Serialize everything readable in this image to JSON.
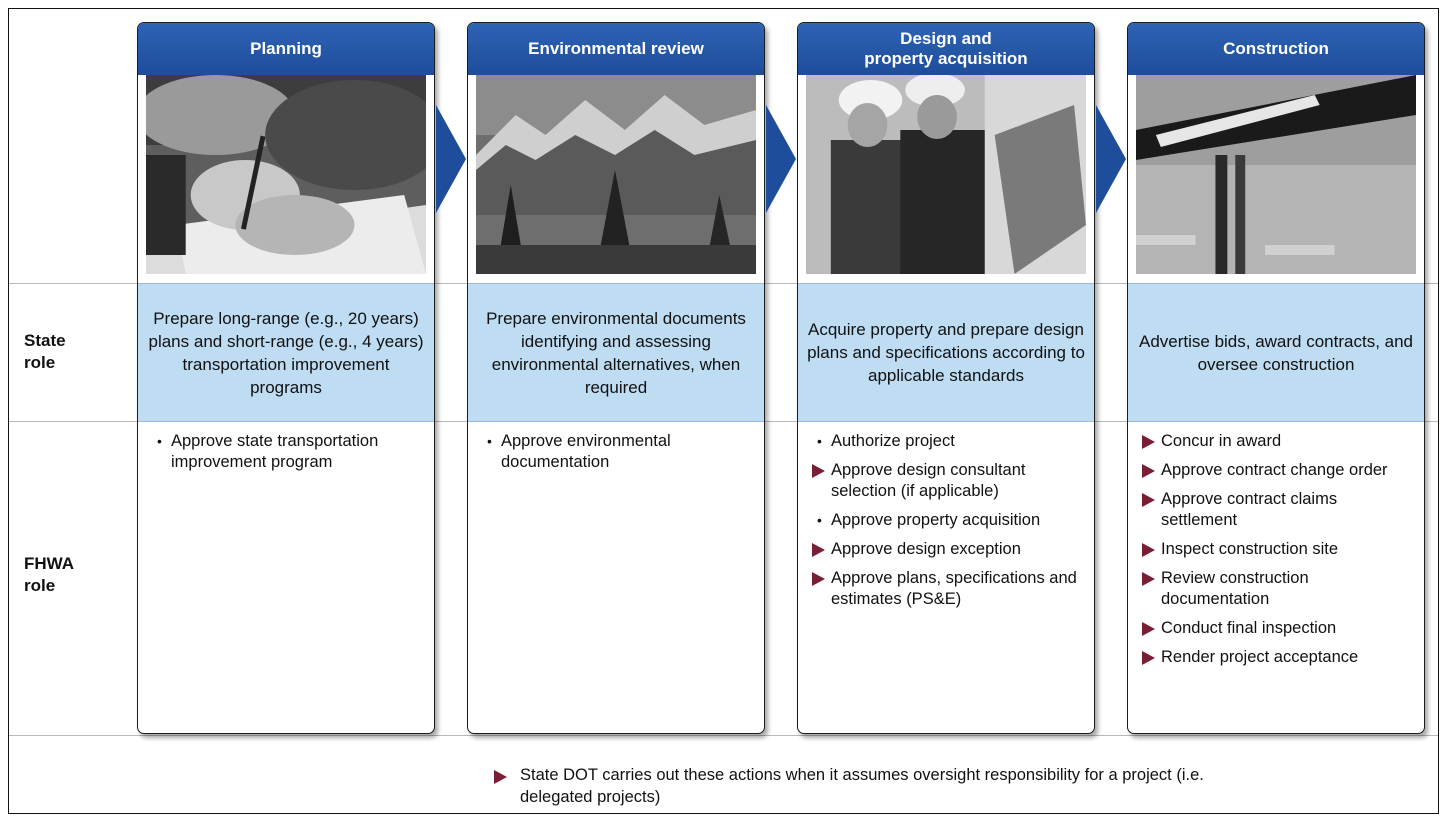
{
  "row_labels": {
    "state": [
      "State",
      "role"
    ],
    "fhwa": [
      "FHWA",
      "role"
    ]
  },
  "columns": [
    {
      "header": "Planning",
      "photo": "hand-writing-photo",
      "state_role": "Prepare long-range (e.g., 20 years) plans and short-range (e.g., 4 years) transportation improvement programs",
      "fhwa_role": [
        {
          "marker": "bullet",
          "text": "Approve state transportation improvement program"
        }
      ]
    },
    {
      "header": "Environmental review",
      "photo": "mountain-landscape-photo",
      "state_role": "Prepare environmental documents identifying and assessing environmental alternatives, when required",
      "fhwa_role": [
        {
          "marker": "bullet",
          "text": "Approve environmental documentation"
        }
      ]
    },
    {
      "header": "Design and\nproperty acquisition",
      "photo": "engineers-hardhats-photo",
      "state_role": "Acquire property and prepare design plans and specifications according to applicable standards",
      "fhwa_role": [
        {
          "marker": "bullet",
          "text": "Authorize project"
        },
        {
          "marker": "triangle",
          "text": "Approve design consultant selection (if applicable)"
        },
        {
          "marker": "bullet",
          "text": "Approve property acquisition"
        },
        {
          "marker": "triangle",
          "text": "Approve design exception"
        },
        {
          "marker": "triangle",
          "text": "Approve plans, specifications and estimates (PS&E)"
        }
      ]
    },
    {
      "header": "Construction",
      "photo": "bridge-construction-photo",
      "state_role": "Advertise bids, award contracts, and oversee construction",
      "fhwa_role": [
        {
          "marker": "triangle",
          "text": "Concur in award"
        },
        {
          "marker": "triangle",
          "text": "Approve contract change order"
        },
        {
          "marker": "triangle",
          "text": "Approve contract claims settlement"
        },
        {
          "marker": "triangle",
          "text": "Inspect construction site"
        },
        {
          "marker": "triangle",
          "text": "Review construction documentation"
        },
        {
          "marker": "triangle",
          "text": "Conduct final inspection"
        },
        {
          "marker": "triangle",
          "text": "Render project acceptance"
        }
      ]
    }
  ],
  "legend": {
    "marker": "triangle",
    "text": "State DOT carries out these actions when it assumes oversight responsibility for a project (i.e. delegated projects)"
  },
  "colors": {
    "header_blue": "#1e4d9c",
    "state_cell_blue": "#bedcf2",
    "triangle_marker": "#7a1e35"
  }
}
